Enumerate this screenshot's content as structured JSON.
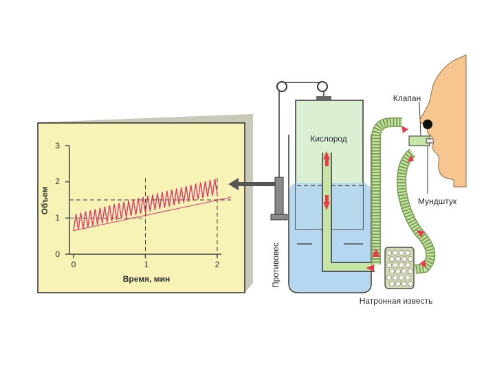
{
  "colors": {
    "chart_panel": "#f7f2b6",
    "chart_shadow": "#c9c9ba",
    "oxygen_gas": "#d5edcb",
    "water": "#b5d7ef",
    "tube": "#c7e6a6",
    "tube_ring": "#7a9e53",
    "lime": "#d4d8b5",
    "face": "#f7c58f",
    "flow_arrow": "#e43d4c",
    "trace": "#e23769"
  },
  "diagram": {
    "oxygen_label": "Кислород",
    "valve_label": "Клапан",
    "mouthpiece_label": "Мундштук",
    "counterweight_label": "Противовес",
    "soda_lime_label": "Натронная известь"
  },
  "chart_data": {
    "type": "line",
    "xlabel": "Время, мин",
    "ylabel": "Объем",
    "x_ticks": [
      "0",
      "1",
      "2"
    ],
    "y_ticks": [
      "0",
      "1",
      "2",
      "3"
    ],
    "xlim": [
      0,
      2
    ],
    "ylim": [
      0,
      3
    ],
    "series": [
      {
        "values_description_free": true,
        "x_start": 0,
        "x_end": 2,
        "baseline_start": 0.65,
        "baseline_end": 1.65,
        "amplitude": 0.45,
        "cycles": 30
      }
    ],
    "dashed_level_y": 1.5,
    "dashed_level_y2": 1.0,
    "dashed_time_x": [
      1,
      2
    ]
  }
}
